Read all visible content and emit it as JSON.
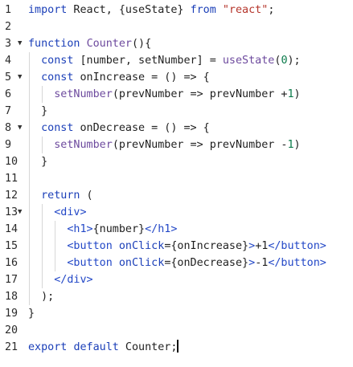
{
  "editor": {
    "lines": [
      {
        "n": "1",
        "fold": "",
        "guides": [],
        "tokens": [
          [
            "kw",
            "import"
          ],
          [
            "plain",
            " React, {useState} "
          ],
          [
            "kw",
            "from"
          ],
          [
            "plain",
            " "
          ],
          [
            "str",
            "\"react\""
          ],
          [
            "plain",
            ";"
          ]
        ]
      },
      {
        "n": "2",
        "fold": "",
        "guides": [],
        "tokens": []
      },
      {
        "n": "3",
        "fold": "▼",
        "guides": [],
        "tokens": [
          [
            "kw",
            "function"
          ],
          [
            "plain",
            " "
          ],
          [
            "fn",
            "Counter"
          ],
          [
            "plain",
            "(){"
          ]
        ]
      },
      {
        "n": "4",
        "fold": "",
        "guides": [
          1
        ],
        "tokens": [
          [
            "plain",
            "  "
          ],
          [
            "kw",
            "const"
          ],
          [
            "plain",
            " [number, setNumber] = "
          ],
          [
            "fn",
            "useState"
          ],
          [
            "plain",
            "("
          ],
          [
            "num",
            "0"
          ],
          [
            "plain",
            ");"
          ]
        ]
      },
      {
        "n": "5",
        "fold": "▼",
        "guides": [
          1
        ],
        "tokens": [
          [
            "plain",
            "  "
          ],
          [
            "kw",
            "const"
          ],
          [
            "plain",
            " onIncrease = () => {"
          ]
        ]
      },
      {
        "n": "6",
        "fold": "",
        "guides": [
          1,
          2
        ],
        "tokens": [
          [
            "plain",
            "    "
          ],
          [
            "fn",
            "setNumber"
          ],
          [
            "plain",
            "(prevNumber => prevNumber +"
          ],
          [
            "num",
            "1"
          ],
          [
            "plain",
            ")"
          ]
        ]
      },
      {
        "n": "7",
        "fold": "",
        "guides": [
          1
        ],
        "tokens": [
          [
            "plain",
            "  }"
          ]
        ]
      },
      {
        "n": "8",
        "fold": "▼",
        "guides": [
          1
        ],
        "tokens": [
          [
            "plain",
            "  "
          ],
          [
            "kw",
            "const"
          ],
          [
            "plain",
            " onDecrease = () => {"
          ]
        ]
      },
      {
        "n": "9",
        "fold": "",
        "guides": [
          1,
          2
        ],
        "tokens": [
          [
            "plain",
            "    "
          ],
          [
            "fn",
            "setNumber"
          ],
          [
            "plain",
            "(prevNumber => prevNumber -"
          ],
          [
            "num",
            "1"
          ],
          [
            "plain",
            ")"
          ]
        ]
      },
      {
        "n": "10",
        "fold": "",
        "guides": [
          1
        ],
        "tokens": [
          [
            "plain",
            "  }"
          ]
        ]
      },
      {
        "n": "11",
        "fold": "",
        "guides": [
          1
        ],
        "tokens": []
      },
      {
        "n": "12",
        "fold": "",
        "guides": [
          1
        ],
        "tokens": [
          [
            "plain",
            "  "
          ],
          [
            "kw",
            "return"
          ],
          [
            "plain",
            " ("
          ]
        ]
      },
      {
        "n": "13",
        "fold": "▼",
        "guides": [
          1,
          2
        ],
        "tokens": [
          [
            "plain",
            "    "
          ],
          [
            "tag",
            "<div>"
          ]
        ]
      },
      {
        "n": "14",
        "fold": "",
        "guides": [
          1,
          2,
          3
        ],
        "tokens": [
          [
            "plain",
            "      "
          ],
          [
            "tag",
            "<h1>"
          ],
          [
            "plain",
            "{number}"
          ],
          [
            "tag",
            "</h1>"
          ]
        ]
      },
      {
        "n": "15",
        "fold": "",
        "guides": [
          1,
          2,
          3
        ],
        "tokens": [
          [
            "plain",
            "      "
          ],
          [
            "tag",
            "<button"
          ],
          [
            "plain",
            " "
          ],
          [
            "attr",
            "onClick"
          ],
          [
            "plain",
            "={onIncrease}"
          ],
          [
            "tag",
            ">"
          ],
          [
            "plain",
            "+1"
          ],
          [
            "tag",
            "</button>"
          ]
        ]
      },
      {
        "n": "16",
        "fold": "",
        "guides": [
          1,
          2,
          3
        ],
        "tokens": [
          [
            "plain",
            "      "
          ],
          [
            "tag",
            "<button"
          ],
          [
            "plain",
            " "
          ],
          [
            "attr",
            "onClick"
          ],
          [
            "plain",
            "={onDecrease}"
          ],
          [
            "tag",
            ">"
          ],
          [
            "plain",
            "-1"
          ],
          [
            "tag",
            "</button>"
          ]
        ]
      },
      {
        "n": "17",
        "fold": "",
        "guides": [
          1,
          2
        ],
        "tokens": [
          [
            "plain",
            "    "
          ],
          [
            "tag",
            "</div>"
          ]
        ]
      },
      {
        "n": "18",
        "fold": "",
        "guides": [
          1
        ],
        "tokens": [
          [
            "plain",
            "  );"
          ]
        ]
      },
      {
        "n": "19",
        "fold": "",
        "guides": [],
        "tokens": [
          [
            "plain",
            "}"
          ]
        ]
      },
      {
        "n": "20",
        "fold": "",
        "guides": [],
        "tokens": []
      },
      {
        "n": "21",
        "fold": "",
        "guides": [],
        "cursor": true,
        "tokens": [
          [
            "kw",
            "export"
          ],
          [
            "plain",
            " "
          ],
          [
            "kw",
            "default"
          ],
          [
            "plain",
            " Counter;"
          ]
        ]
      }
    ]
  },
  "colors": {
    "keyword": "#1b3fb8",
    "function": "#6d4a9e",
    "string": "#b5352b",
    "number": "#0a7a4a",
    "tag": "#2348c7",
    "text": "#1f1f1f",
    "background": "#ffffff"
  },
  "icons": {
    "fold": "fold-arrow-icon"
  }
}
